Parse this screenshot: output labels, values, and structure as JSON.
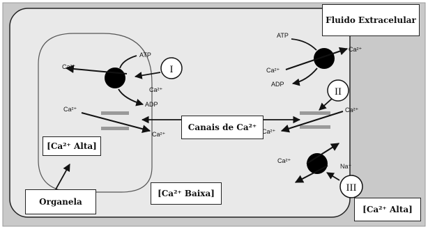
{
  "labels": {
    "extracellular": "Fluido Extracelular",
    "organelle": "Organela",
    "ca_high_organelle": "[Ca2+ Alta]",
    "ca_low_cytosol": "[Ca2+ Baixa]",
    "ca_high_extracellular": "[Ca2+ Alta]",
    "channels": "Canais de Ca2+"
  },
  "markers": {
    "I": "I",
    "II": "II",
    "III": "III"
  },
  "species": {
    "ca": "Ca2+",
    "atp": "ATP",
    "adp": "ADP",
    "na": "Na+"
  },
  "colors": {
    "background": "#ffffff",
    "cell_fill": "#e9e9e9",
    "outer_fill": "#c9c9c9",
    "stroke": "#111111",
    "channel": "#9a9a9a"
  }
}
